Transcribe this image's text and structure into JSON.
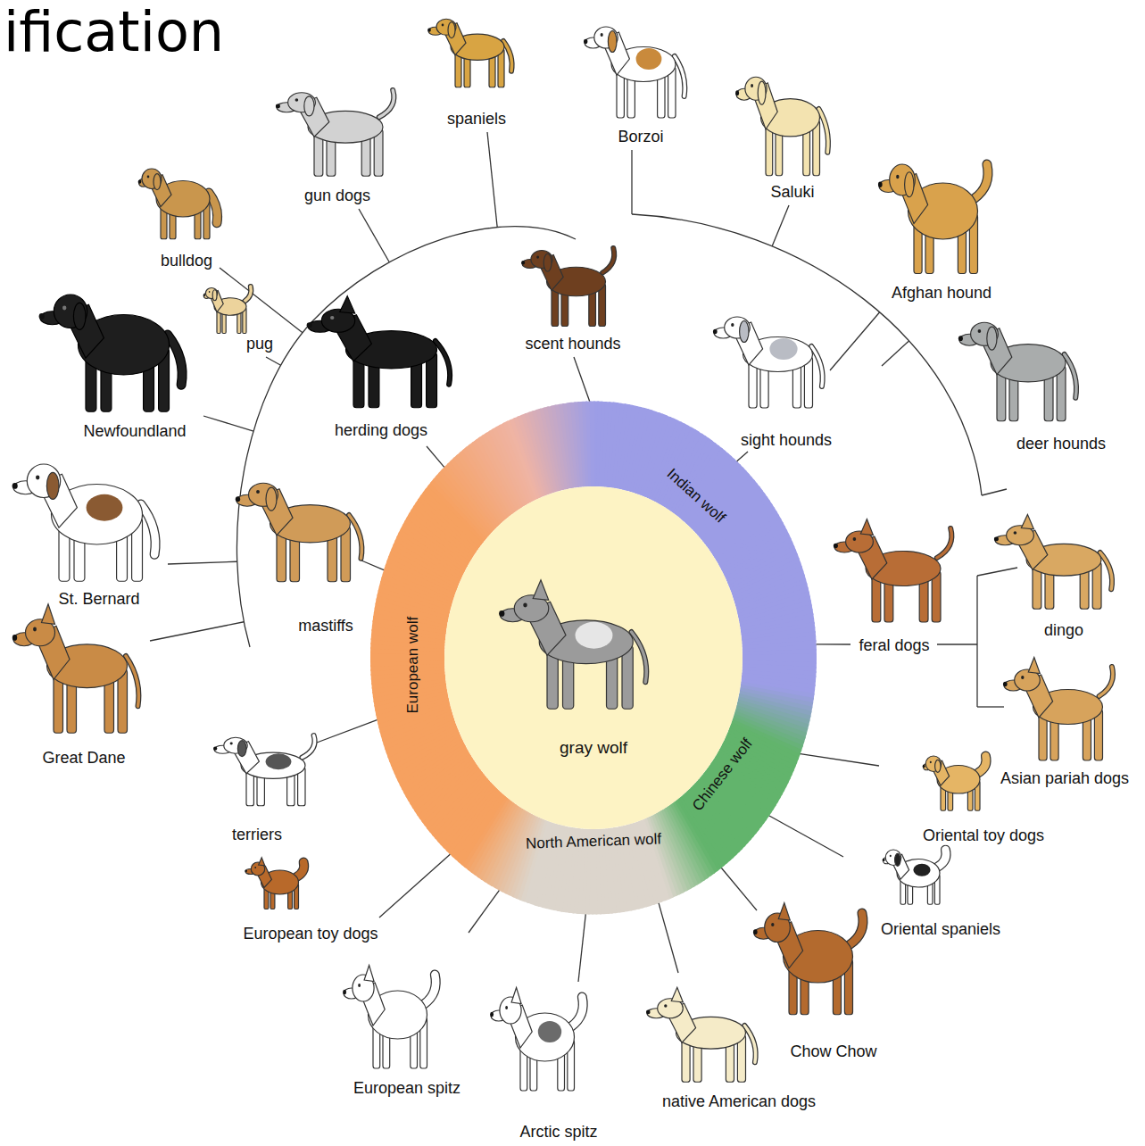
{
  "diagram": {
    "title": "ification",
    "nodes": [
      {
        "text": [
          "gray wolf"
        ]
      },
      {
        "text": [
          "European wolf"
        ]
      },
      {
        "text": [
          "Indian wolf"
        ]
      },
      {
        "text": [
          "Chinese wolf"
        ]
      },
      {
        "text": [
          "North American wolf"
        ]
      }
    ],
    "labels": [
      "spaniels",
      "Borzoi",
      "gun dogs",
      "Saluki",
      "bulldog",
      "Afghan hound",
      "scent hounds",
      "pug",
      "Newfoundland",
      "herding dogs",
      "sight hounds",
      "deer hounds",
      "St. Bernard",
      "mastiffs",
      "feral dogs",
      "dingo",
      "Great Dane",
      "Asian pariah dogs",
      "terriers",
      "Oriental toy dogs",
      "European toy dogs",
      "Oriental spaniels",
      "Chow Chow",
      "European spitz",
      "native American dogs",
      "Arctic spitz"
    ]
  }
}
